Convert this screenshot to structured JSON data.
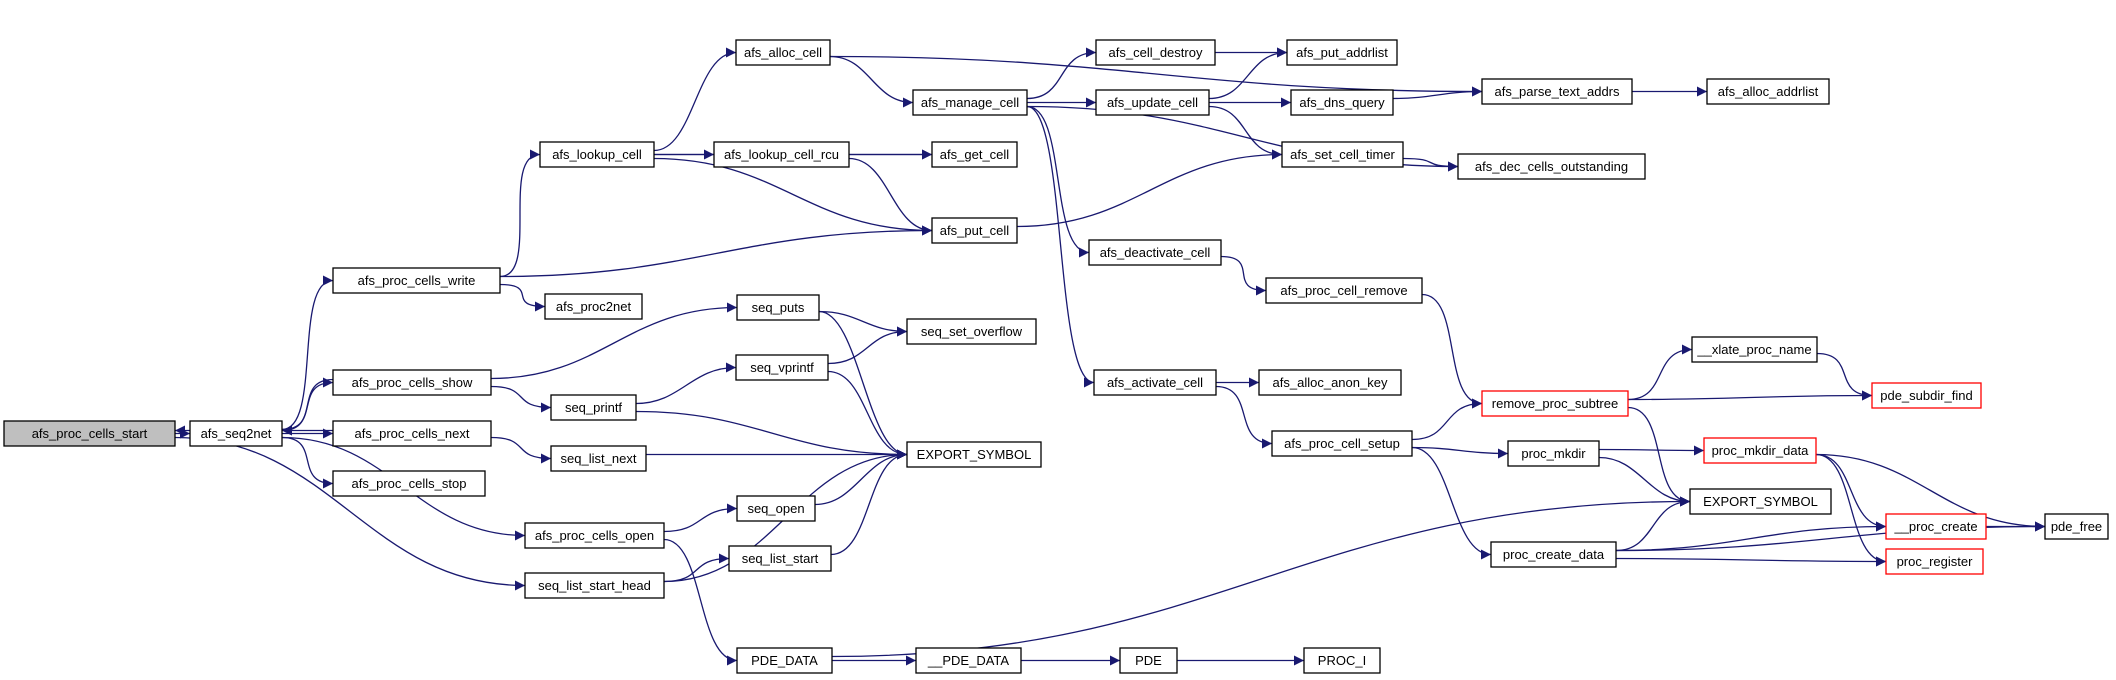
{
  "colors": {
    "edge": "#191970",
    "root_fill": "#bfbfbf",
    "truncated_border": "#ff0000",
    "node_border": "#000000"
  },
  "nodes": [
    {
      "id": "n0",
      "label": "afs_proc_cells_start",
      "root": true
    },
    {
      "id": "n1",
      "label": "afs_seq2net"
    },
    {
      "id": "n2",
      "label": "afs_proc_cells_write"
    },
    {
      "id": "n3",
      "label": "afs_proc_cells_show"
    },
    {
      "id": "n4",
      "label": "afs_proc_cells_next"
    },
    {
      "id": "n5",
      "label": "afs_proc_cells_stop"
    },
    {
      "id": "n6",
      "label": "afs_proc_cells_open"
    },
    {
      "id": "n7",
      "label": "seq_list_start_head"
    },
    {
      "id": "n8",
      "label": "afs_lookup_cell"
    },
    {
      "id": "n9",
      "label": "afs_proc2net"
    },
    {
      "id": "n10",
      "label": "afs_alloc_cell"
    },
    {
      "id": "n11",
      "label": "afs_lookup_cell_rcu"
    },
    {
      "id": "n12",
      "label": "seq_puts"
    },
    {
      "id": "n13",
      "label": "seq_printf"
    },
    {
      "id": "n14",
      "label": "seq_vprintf"
    },
    {
      "id": "n15",
      "label": "seq_list_next"
    },
    {
      "id": "n16",
      "label": "seq_open"
    },
    {
      "id": "n17",
      "label": "seq_list_start"
    },
    {
      "id": "n18",
      "label": "PDE_DATA"
    },
    {
      "id": "n19",
      "label": "afs_manage_cell"
    },
    {
      "id": "n20",
      "label": "afs_get_cell"
    },
    {
      "id": "n21",
      "label": "afs_put_cell"
    },
    {
      "id": "n22",
      "label": "seq_set_overflow"
    },
    {
      "id": "n23",
      "label": "EXPORT_SYMBOL"
    },
    {
      "id": "n24",
      "label": "__PDE_DATA"
    },
    {
      "id": "n25",
      "label": "PDE"
    },
    {
      "id": "n26",
      "label": "PROC_I"
    },
    {
      "id": "n27",
      "label": "afs_cell_destroy"
    },
    {
      "id": "n28",
      "label": "afs_update_cell"
    },
    {
      "id": "n29",
      "label": "afs_deactivate_cell"
    },
    {
      "id": "n30",
      "label": "afs_activate_cell"
    },
    {
      "id": "n31",
      "label": "afs_put_addrlist"
    },
    {
      "id": "n32",
      "label": "afs_dns_query"
    },
    {
      "id": "n33",
      "label": "afs_set_cell_timer"
    },
    {
      "id": "n34",
      "label": "afs_proc_cell_remove"
    },
    {
      "id": "n35",
      "label": "afs_alloc_anon_key"
    },
    {
      "id": "n36",
      "label": "afs_proc_cell_setup"
    },
    {
      "id": "n37",
      "label": "proc_mkdir"
    },
    {
      "id": "n38",
      "label": "proc_create_data"
    },
    {
      "id": "n39",
      "label": "afs_parse_text_addrs"
    },
    {
      "id": "n40",
      "label": "afs_dec_cells_outstanding"
    },
    {
      "id": "n41",
      "label": "remove_proc_subtree",
      "truncated": true
    },
    {
      "id": "n42",
      "label": "__xlate_proc_name"
    },
    {
      "id": "n43",
      "label": "EXPORT_SYMBOL"
    },
    {
      "id": "n44",
      "label": "proc_mkdir_data",
      "truncated": true
    },
    {
      "id": "n45",
      "label": "__proc_create",
      "truncated": true
    },
    {
      "id": "n46",
      "label": "proc_register",
      "truncated": true
    },
    {
      "id": "n47",
      "label": "afs_alloc_addrlist"
    },
    {
      "id": "n48",
      "label": "pde_subdir_find",
      "truncated": true
    },
    {
      "id": "n49",
      "label": "pde_free"
    }
  ],
  "edges": [
    [
      "n1",
      "n0"
    ],
    [
      "n0",
      "n1"
    ],
    [
      "n0",
      "n7"
    ],
    [
      "n1",
      "n2"
    ],
    [
      "n1",
      "n3"
    ],
    [
      "n3",
      "n1"
    ],
    [
      "n1",
      "n4"
    ],
    [
      "n4",
      "n1"
    ],
    [
      "n1",
      "n5"
    ],
    [
      "n1",
      "n6"
    ],
    [
      "n2",
      "n8"
    ],
    [
      "n2",
      "n9"
    ],
    [
      "n2",
      "n21"
    ],
    [
      "n3",
      "n12"
    ],
    [
      "n3",
      "n13"
    ],
    [
      "n4",
      "n15"
    ],
    [
      "n6",
      "n16"
    ],
    [
      "n6",
      "n18"
    ],
    [
      "n7",
      "n17"
    ],
    [
      "n7",
      "n23"
    ],
    [
      "n8",
      "n10"
    ],
    [
      "n8",
      "n11"
    ],
    [
      "n8",
      "n20"
    ],
    [
      "n8",
      "n21"
    ],
    [
      "n10",
      "n19"
    ],
    [
      "n10",
      "n39"
    ],
    [
      "n11",
      "n20"
    ],
    [
      "n11",
      "n21"
    ],
    [
      "n12",
      "n22"
    ],
    [
      "n12",
      "n23"
    ],
    [
      "n13",
      "n14"
    ],
    [
      "n13",
      "n23"
    ],
    [
      "n14",
      "n22"
    ],
    [
      "n14",
      "n23"
    ],
    [
      "n15",
      "n23"
    ],
    [
      "n16",
      "n23"
    ],
    [
      "n17",
      "n23"
    ],
    [
      "n18",
      "n24"
    ],
    [
      "n18",
      "n43"
    ],
    [
      "n19",
      "n27"
    ],
    [
      "n19",
      "n28"
    ],
    [
      "n19",
      "n29"
    ],
    [
      "n19",
      "n30"
    ],
    [
      "n19",
      "n40"
    ],
    [
      "n21",
      "n33"
    ],
    [
      "n24",
      "n25"
    ],
    [
      "n25",
      "n26"
    ],
    [
      "n27",
      "n31"
    ],
    [
      "n28",
      "n31"
    ],
    [
      "n28",
      "n32"
    ],
    [
      "n28",
      "n33"
    ],
    [
      "n29",
      "n34"
    ],
    [
      "n30",
      "n35"
    ],
    [
      "n30",
      "n36"
    ],
    [
      "n32",
      "n39"
    ],
    [
      "n33",
      "n40"
    ],
    [
      "n34",
      "n41"
    ],
    [
      "n36",
      "n41"
    ],
    [
      "n36",
      "n37"
    ],
    [
      "n36",
      "n38"
    ],
    [
      "n37",
      "n44"
    ],
    [
      "n37",
      "n43"
    ],
    [
      "n38",
      "n43"
    ],
    [
      "n38",
      "n45"
    ],
    [
      "n38",
      "n46"
    ],
    [
      "n38",
      "n49"
    ],
    [
      "n39",
      "n47"
    ],
    [
      "n41",
      "n42"
    ],
    [
      "n41",
      "n48"
    ],
    [
      "n41",
      "n43"
    ],
    [
      "n42",
      "n48"
    ],
    [
      "n44",
      "n45"
    ],
    [
      "n44",
      "n46"
    ],
    [
      "n44",
      "n49"
    ],
    [
      "n45",
      "n49"
    ]
  ]
}
